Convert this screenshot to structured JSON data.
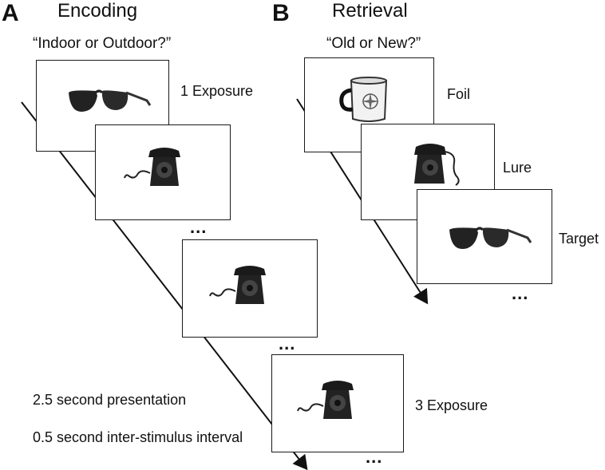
{
  "panel_a": {
    "letter": "A",
    "title": "Encoding",
    "question": "“Indoor or Outdoor?”",
    "first_label": "1 Exposure",
    "last_label": "3 Exposure",
    "timing_presentation": "2.5 second presentation",
    "timing_isi": "0.5 second inter-stimulus interval",
    "ellipsis": "...",
    "images": [
      "sunglasses-icon",
      "telephone-icon",
      "telephone-icon",
      "telephone-icon"
    ]
  },
  "panel_b": {
    "letter": "B",
    "title": "Retrieval",
    "question": "“Old or New?”",
    "labels": [
      "Foil",
      "Lure",
      "Target"
    ],
    "ellipsis": "...",
    "images": [
      "mug-icon",
      "telephone-icon",
      "sunglasses-icon"
    ]
  }
}
